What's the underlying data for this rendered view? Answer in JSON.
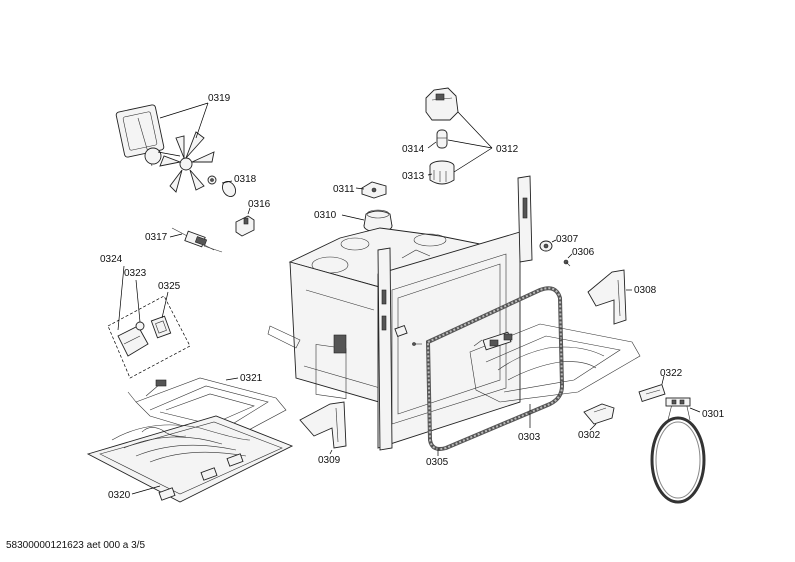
{
  "labels": {
    "p0319": "0319",
    "p0318": "0318",
    "p0316": "0316",
    "p0317": "0317",
    "p0314": "0314",
    "p0313": "0313",
    "p0312": "0312",
    "p0311": "0311",
    "p0310": "0310",
    "p0307": "0307",
    "p0306": "0306",
    "p0308": "0308",
    "p0324": "0324",
    "p0323": "0323",
    "p0325": "0325",
    "p0321": "0321",
    "p0320": "0320",
    "p0309": "0309",
    "p0305": "0305",
    "p0303": "0303",
    "p0302": "0302",
    "p0322": "0322",
    "p0301": "0301"
  },
  "footer": "58300000121623 aet 000 a 3/5"
}
